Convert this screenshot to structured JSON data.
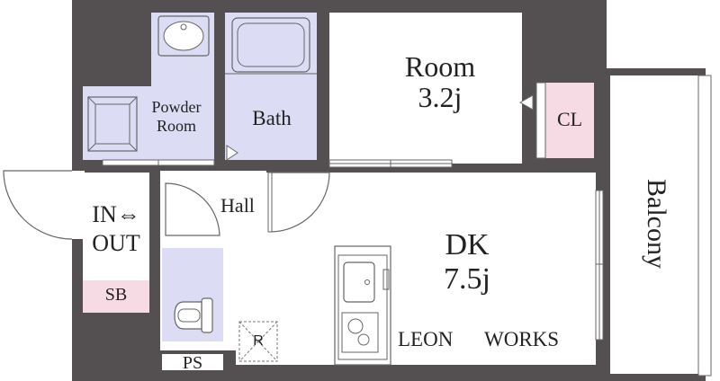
{
  "colors": {
    "wall": "#545051",
    "wet_area": "#dcdcf5",
    "pink": "#f6dbe4",
    "floor": "#ffffff",
    "line": "#666666"
  },
  "rooms": {
    "room": {
      "name": "Room",
      "size": "3.2j"
    },
    "dk": {
      "name": "DK",
      "size": "7.5j"
    },
    "bath": "Bath",
    "powder_room": [
      "Powder",
      "Room"
    ],
    "hall": "Hall",
    "closet": "CL",
    "entrance": [
      "IN⇔",
      "OUT"
    ],
    "shoe_box": "SB",
    "pipe_space": "PS",
    "fridge": "R",
    "balcony": "Balcony"
  },
  "credit": [
    "LEON",
    "WORKS"
  ]
}
